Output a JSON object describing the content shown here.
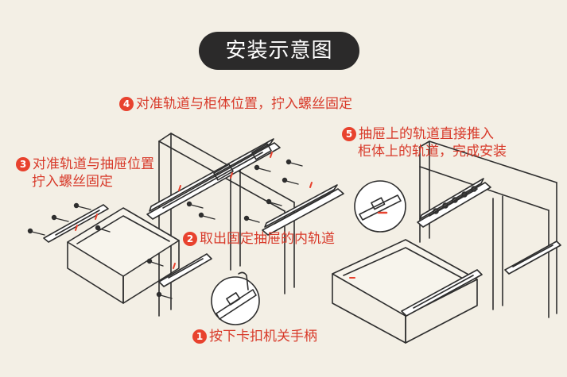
{
  "title": "安装示意图",
  "steps": [
    {
      "num": "1",
      "lines": [
        "按下卡扣机关手柄"
      ]
    },
    {
      "num": "2",
      "lines": [
        "取出固定抽屉的内轨道"
      ]
    },
    {
      "num": "3",
      "lines": [
        "对准轨道与抽屉位置",
        "拧入螺丝固定"
      ]
    },
    {
      "num": "4",
      "lines": [
        "对准轨道与柜体位置，拧入螺丝固定"
      ]
    },
    {
      "num": "5",
      "lines": [
        "抽屉上的轨道直接推入",
        "柜体上的轨道，完成安装"
      ]
    }
  ],
  "colors": {
    "background": "#f3efe5",
    "accent": "#e8422e",
    "text_red": "#d83a2a",
    "line": "#2e2e2e",
    "pill": "#2b2a2a"
  }
}
